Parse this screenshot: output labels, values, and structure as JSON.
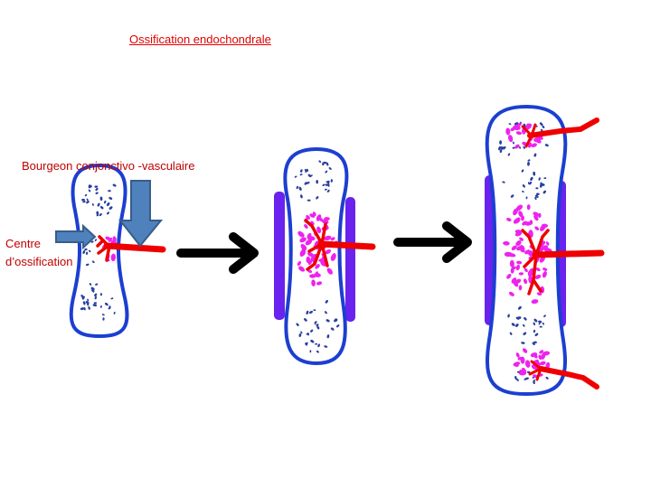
{
  "title": "Ossification endochondrale",
  "labels": {
    "bourgeon": "Bourgeon conjonctivo -vasculaire",
    "centre_line1": "Centre",
    "centre_line2": "d’ossification"
  },
  "stages": [
    "bone-stage-1",
    "bone-stage-2",
    "bone-stage-3"
  ],
  "colors": {
    "title": "#e00000",
    "label": "#c00000",
    "bone_outline": "#1c3fd1",
    "cartilage_dots": "#2a3fa0",
    "ossification": "#ee22ee",
    "vessel": "#ee0000",
    "periosteum": "#6a22ee",
    "pointer_arrow": "#4f81bd",
    "progress_arrow": "#000000"
  }
}
